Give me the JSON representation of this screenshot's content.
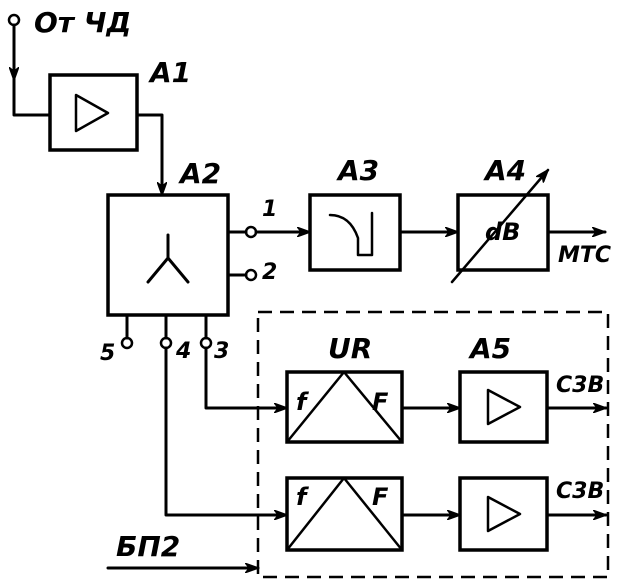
{
  "inputs": {
    "top_source": "От ЧД",
    "power": "БП2"
  },
  "blocks": {
    "a1": "A1",
    "a2": "A2",
    "a3": "A3",
    "a4": "A4",
    "a5": "A5",
    "ur": "UR",
    "a4_inner": "dB",
    "filter_left": "f",
    "filter_right": "F"
  },
  "ports": {
    "p1": "1",
    "p2": "2",
    "p3": "3",
    "p4": "4",
    "p5": "5"
  },
  "outputs": {
    "mtc": "МТС",
    "c3b_top": "С3В",
    "c3b_bottom": "С3В"
  }
}
